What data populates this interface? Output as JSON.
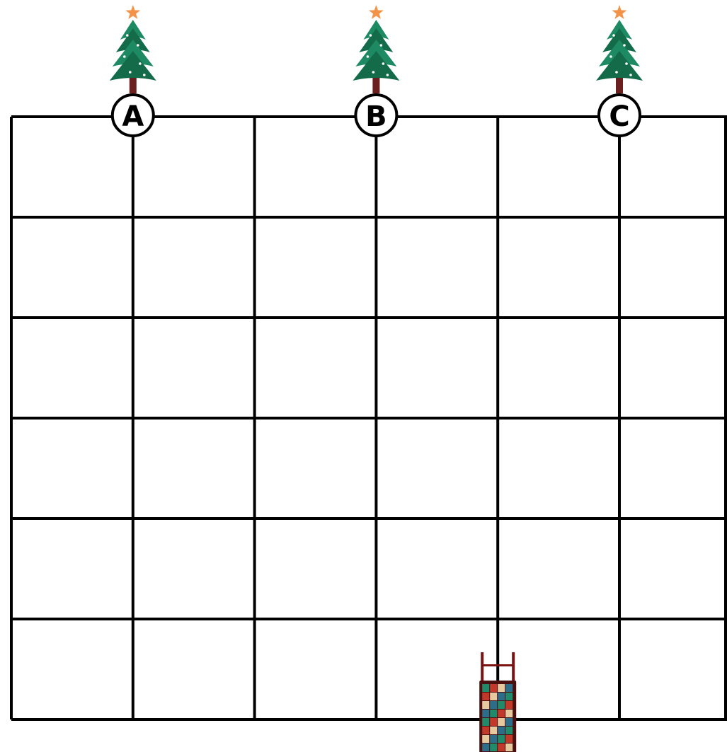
{
  "grid": {
    "columns": 6,
    "rows": 6,
    "line_color": "#000000"
  },
  "nodes": [
    {
      "label": "A",
      "column_line": 1
    },
    {
      "label": "B",
      "column_line": 3
    },
    {
      "label": "C",
      "column_line": 5
    }
  ],
  "cart": {
    "column_line": 4,
    "row_line": 6,
    "name": "sled-with-gifts"
  },
  "colors": {
    "tree_green": "#1e8a63",
    "tree_dark": "#136b4a",
    "trunk": "#6b1f1f",
    "star": "#f3934a",
    "ornament": "#ffffff",
    "sled_frame": "#7a1212",
    "gift_colors": [
      "#1f8b6a",
      "#c0392b",
      "#e7c9a0",
      "#2c6e8a"
    ]
  }
}
